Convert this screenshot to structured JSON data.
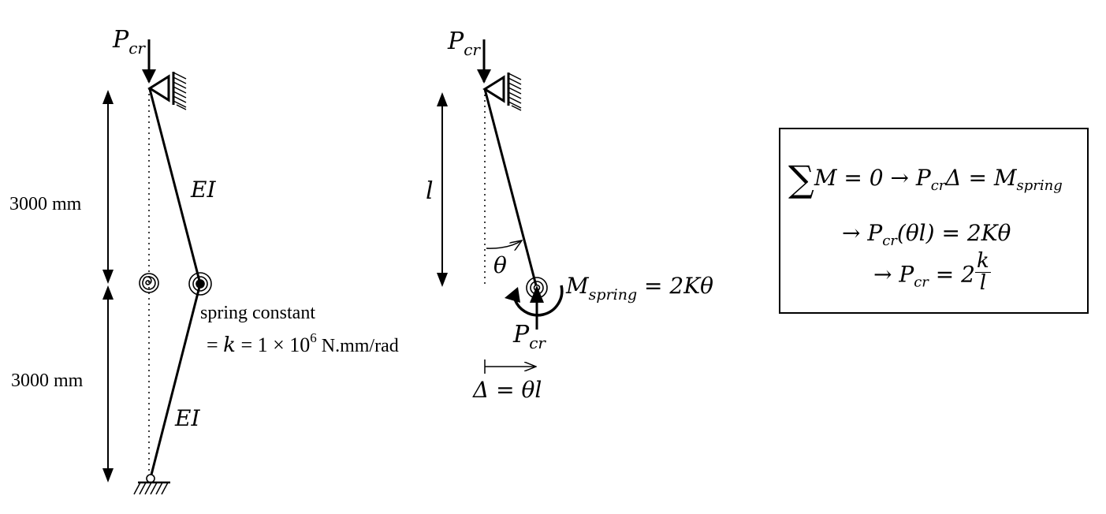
{
  "left_figure": {
    "load_label": "P",
    "load_sub": "cr",
    "upper_length": "3000 mm",
    "lower_length": "3000 mm",
    "upper_member": "EI",
    "lower_member": "EI",
    "spring_text_1": "spring constant",
    "spring_text_2_prefix": "= ",
    "spring_text_2_k": "k",
    "spring_text_2_mid": " = 1 × 10",
    "spring_text_2_exp": "6",
    "spring_text_2_units": " N.mm/rad"
  },
  "right_figure": {
    "load_top": "P",
    "load_top_sub": "cr",
    "length_label": "l",
    "angle_label": "θ",
    "moment_label": "M",
    "moment_sub": "spring",
    "moment_rhs": " = 2Kθ",
    "load_bottom": "P",
    "load_bottom_sub": "cr",
    "delta_label": "Δ = θl"
  },
  "equations": {
    "line1_sigma": "∑",
    "line1_a": "M = 0 → P",
    "line1_sub1": "cr",
    "line1_b": "Δ = M",
    "line1_sub2": "spring",
    "line2_a": "→ P",
    "line2_sub": "cr",
    "line2_b": "(θl) = 2Kθ",
    "line3_a": "→ P",
    "line3_sub": "cr",
    "line3_b": " = 2",
    "line3_num": "k",
    "line3_den": "l"
  }
}
